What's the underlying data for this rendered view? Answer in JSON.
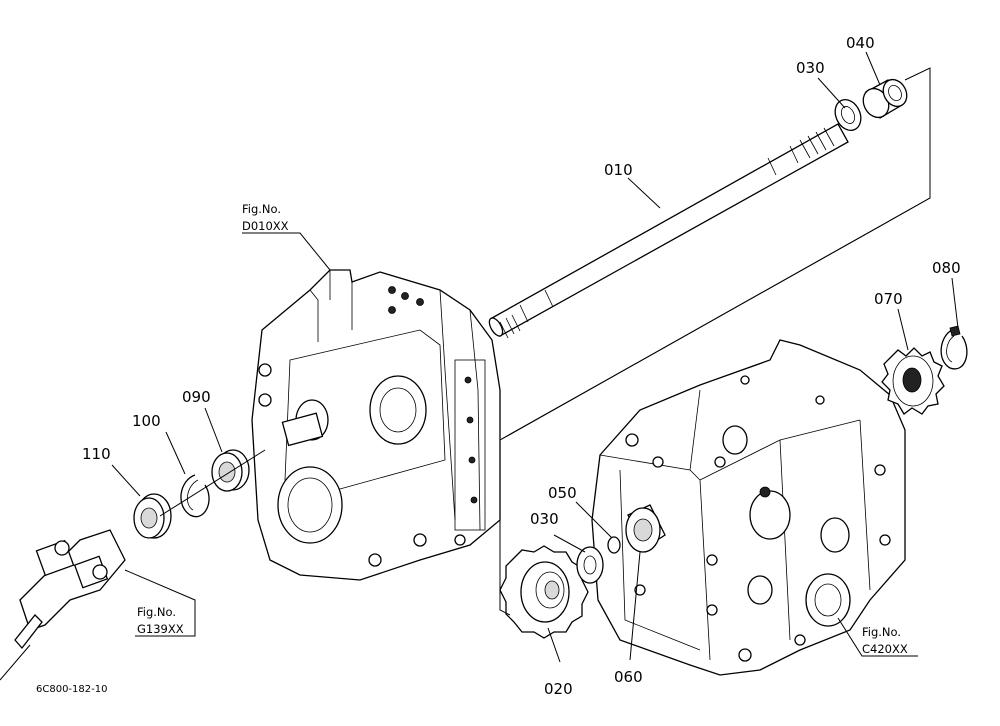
{
  "drawing_code": "6C800-182-10",
  "callouts": {
    "p010": "010",
    "p020": "020",
    "p030a": "030",
    "p030b": "030",
    "p040": "040",
    "p050": "050",
    "p060": "060",
    "p070": "070",
    "p080": "080",
    "p090": "090",
    "p100": "100",
    "p110": "110"
  },
  "fig_refs": {
    "top": {
      "label": "Fig.No.",
      "code": "D010XX"
    },
    "left": {
      "label": "Fig.No.",
      "code": "G139XX"
    },
    "right": {
      "label": "Fig.No.",
      "code": "C420XX"
    }
  }
}
